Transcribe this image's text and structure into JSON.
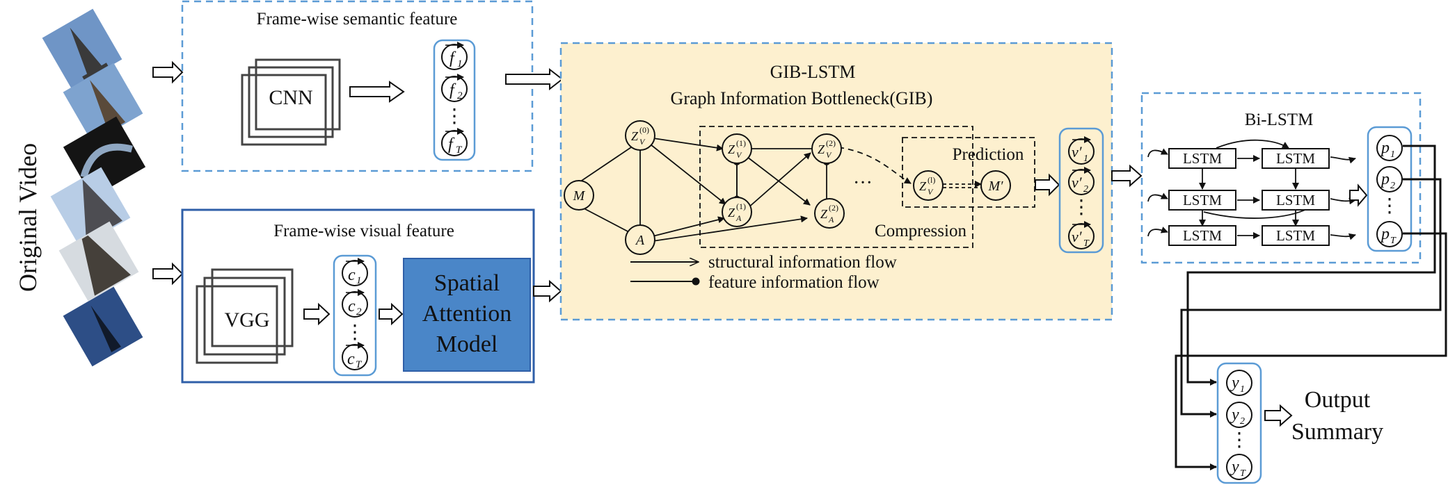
{
  "side_label": "Original Video",
  "semantic": {
    "title": "Frame-wise semantic feature",
    "cnn": "CNN",
    "features": [
      "f",
      "f",
      "f"
    ],
    "subs": [
      "1",
      "2",
      "T"
    ],
    "dots": "⋮"
  },
  "visual": {
    "title": "Frame-wise visual feature",
    "vgg": "VGG",
    "features": [
      "c",
      "c",
      "c"
    ],
    "subs": [
      "1",
      "2",
      "T"
    ],
    "dots": "⋮",
    "attention": [
      "Spatial",
      "Attention",
      "Model"
    ]
  },
  "gib": {
    "title": "GIB-LSTM",
    "subtitle": "Graph Information Bottleneck(GIB)",
    "nodes": {
      "zv0": {
        "base": "Z",
        "sub": "V",
        "sup": "(0)"
      },
      "zv1": {
        "base": "Z",
        "sub": "V",
        "sup": "(1)"
      },
      "zv2": {
        "base": "Z",
        "sub": "V",
        "sup": "(2)"
      },
      "za1": {
        "base": "Z",
        "sub": "A",
        "sup": "(1)"
      },
      "za2": {
        "base": "Z",
        "sub": "A",
        "sup": "(2)"
      },
      "zvl": {
        "base": "Z",
        "sub": "V",
        "sup": "(l)"
      },
      "m": "M",
      "a": "A",
      "mprime": "M′"
    },
    "ellipsis": "···",
    "prediction": "Prediction",
    "compression": "Compression",
    "legend": {
      "structural": "structural information flow",
      "feature": "feature information flow"
    },
    "outputs": [
      "v′",
      "v′",
      "v′"
    ],
    "output_subs": [
      "1",
      "2",
      "T"
    ],
    "dots": "⋮"
  },
  "bilstm": {
    "title": "Bi-LSTM",
    "cell": "LSTM",
    "outputs": [
      "p",
      "p",
      "p"
    ],
    "output_subs": [
      "1",
      "2",
      "T"
    ],
    "dots": "⋮"
  },
  "summary": {
    "outputs": [
      "y",
      "y",
      "y"
    ],
    "output_subs": [
      "1",
      "2",
      "T"
    ],
    "dots": "⋮",
    "label_line1": "Output",
    "label_line2": "Summary"
  },
  "colors": {
    "dashed_blue": "#5b9bd5",
    "solid_blue": "#2f5fa8",
    "attention_fill": "#4a86c8",
    "gib_fill": "#fdf0cf",
    "capsule": "#5b9bd5"
  }
}
